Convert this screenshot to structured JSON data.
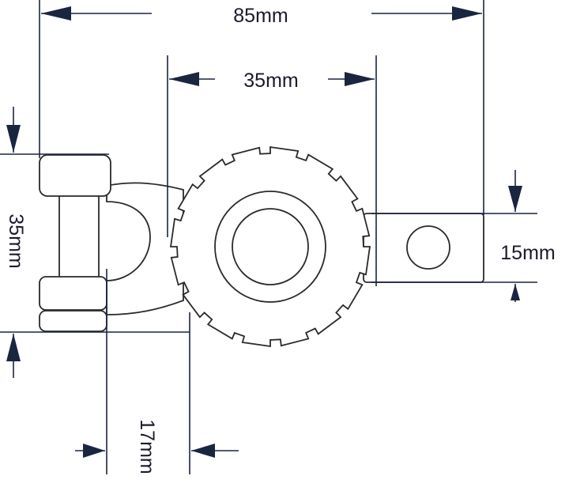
{
  "diagram": {
    "title": "Battery terminal clamp dimensions",
    "dimensions": {
      "overall_width": "85mm",
      "gear_width": "35mm",
      "clamp_height": "35mm",
      "tab_height": "15mm",
      "clamp_offset": "17mm"
    },
    "colors": {
      "lines": "#1a2540",
      "outline": "#2a2a2a",
      "background": "#ffffff"
    }
  }
}
